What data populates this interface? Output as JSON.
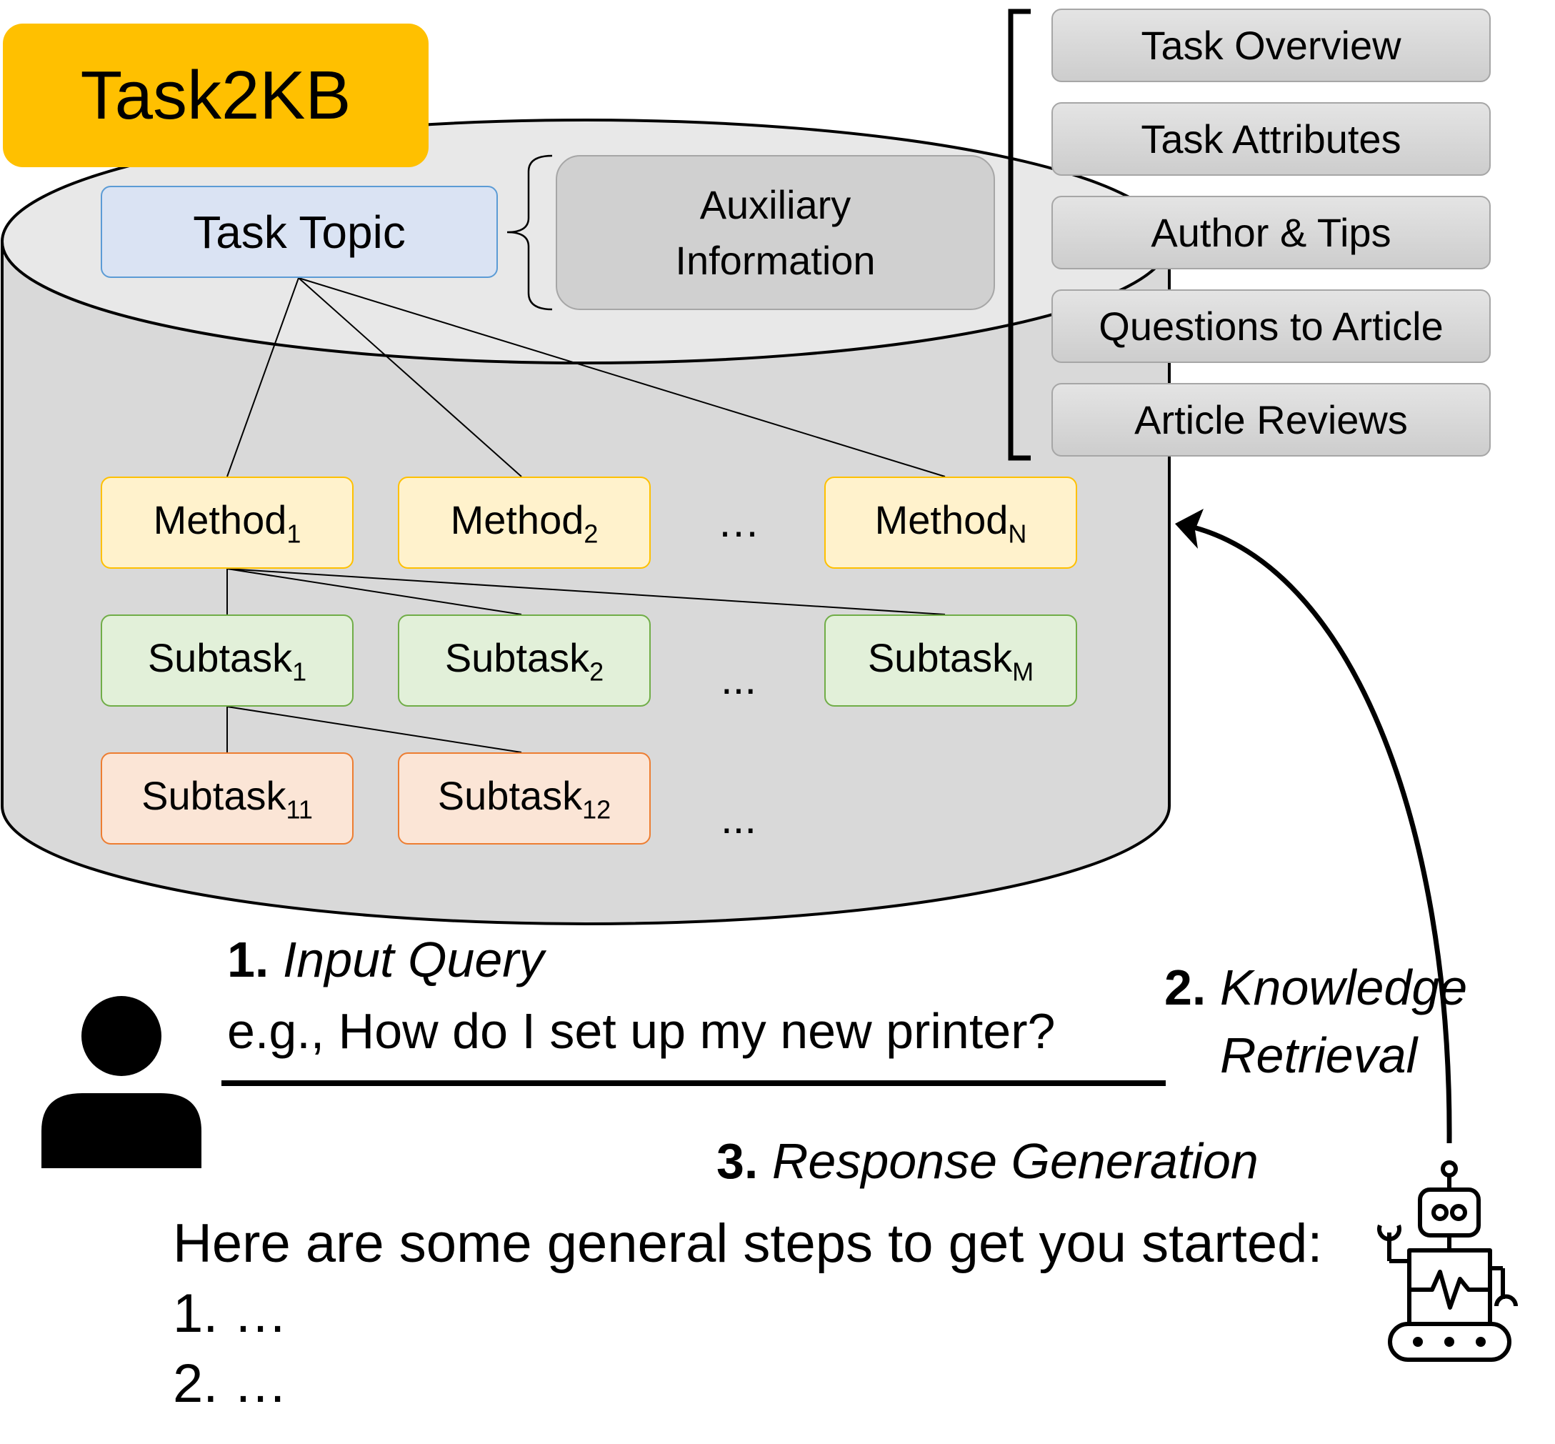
{
  "kb": {
    "title": "Task2KB",
    "task_topic": "Task Topic",
    "auxiliary": [
      "Auxiliary",
      "Information"
    ],
    "aux_items": [
      "Task Overview",
      "Task Attributes",
      "Author & Tips",
      "Questions to Article",
      "Article Reviews"
    ]
  },
  "methods": [
    {
      "base": "Method",
      "sub": "1"
    },
    {
      "base": "Method",
      "sub": "2"
    },
    {
      "base": "Method",
      "sub": "N"
    }
  ],
  "subtasks": [
    {
      "base": "Subtask",
      "sub": "1"
    },
    {
      "base": "Subtask",
      "sub": "2"
    },
    {
      "base": "Subtask",
      "sub": "M"
    }
  ],
  "subsubtasks": [
    {
      "base": "Subtask",
      "sub": "11"
    },
    {
      "base": "Subtask",
      "sub": "12"
    }
  ],
  "ellipsis": "…",
  "ellipsis_dots": "...",
  "steps": {
    "step1_num": "1.",
    "step1_label": "Input Query",
    "query": "e.g., How do I set up my new printer?",
    "step2_num": "2.",
    "step2_label_1": "Knowledge",
    "step2_label_2": "Retrieval",
    "step3_num": "3.",
    "step3_label": "Response Generation"
  },
  "response": {
    "intro": "Here are some general steps to get you started:",
    "lines": [
      "1. …",
      "2. …"
    ]
  },
  "icons": [
    "user-icon",
    "robot-icon"
  ],
  "colors": {
    "title_badge": "#ffc000",
    "topic_fill": "#dae3f3",
    "topic_border": "#5b9bd5",
    "method_fill": "#fff2cc",
    "method_border": "#ffc000",
    "subtask_fill": "#e2f0d9",
    "subtask_border": "#70ad47",
    "subsub_fill": "#fbe5d6",
    "subsub_border": "#ed7d31",
    "cylinder_body": "#d9d9d9",
    "cylinder_top": "#e8e8e8"
  }
}
